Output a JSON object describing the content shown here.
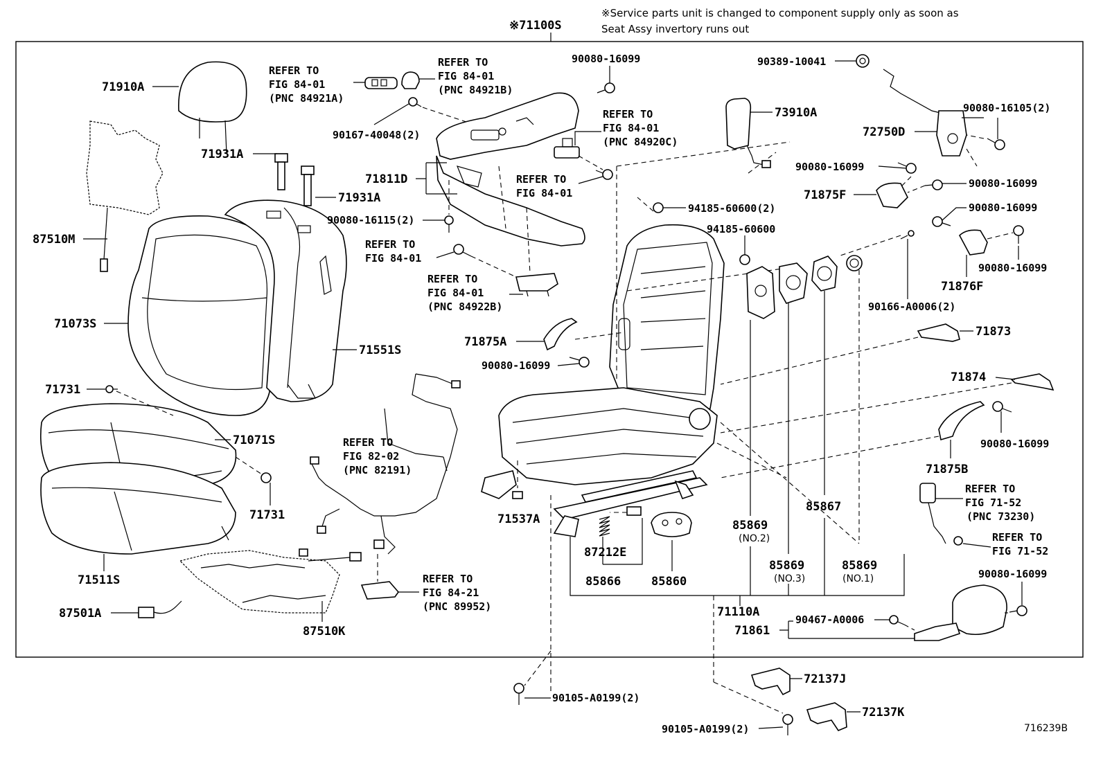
{
  "header": {
    "assembly_label": "※71100S",
    "note_line1": "※Service parts unit is changed to component supply only as soon as",
    "note_line2": "Seat Assy invertory runs out"
  },
  "figure_code": "716239B",
  "labels": {
    "l71910A": "71910A",
    "l87510M": "87510M",
    "l71931A_1": "71931A",
    "l71931A_2": "71931A",
    "l71073S": "71073S",
    "l71551S": "71551S",
    "l71731_1": "71731",
    "l71731_2": "71731",
    "l71071S": "71071S",
    "l71511S": "71511S",
    "l87501A": "87501A",
    "l87510K": "87510K",
    "l90167": "90167-40048(2)",
    "l71811D": "71811D",
    "l90080_16115": "90080-16115(2)",
    "l90080_16099_a": "90080-16099",
    "l90080_16099_b": "90080-16099",
    "l71875A": "71875A",
    "l71537A": "71537A",
    "l87212E": "87212E",
    "l85866": "85866",
    "l85860": "85860",
    "l73910A": "73910A",
    "l94185_2": "94185-60600(2)",
    "l94185": "94185-60600",
    "l90389": "90389-10041",
    "l90080_16105": "90080-16105(2)",
    "l72750D": "72750D",
    "l90080_16099_c": "90080-16099",
    "l71875F": "71875F",
    "l90080_16099_d": "90080-16099",
    "l90080_16099_e": "90080-16099",
    "l90080_16099_f": "90080-16099",
    "l71876F": "71876F",
    "l90166": "90166-A0006(2)",
    "l71873": "71873",
    "l71874": "71874",
    "l90080_16099_g": "90080-16099",
    "l71875B": "71875B",
    "l85869_2": "85869",
    "l85869_2n": "(NO.2)",
    "l85867": "85867",
    "l85869_3": "85869",
    "l85869_3n": "(NO.3)",
    "l85869_1": "85869",
    "l85869_1n": "(NO.1)",
    "l71110A": "71110A",
    "l71861": "71861",
    "l90467": "90467-A0006",
    "l90080_16099_h": "90080-16099",
    "l72137J": "72137J",
    "l72137K": "72137K",
    "l90105_a": "90105-A0199(2)",
    "l90105_b": "90105-A0199(2)"
  },
  "refs": {
    "r1": [
      "REFER TO",
      "FIG 84-01",
      "(PNC 84921A)"
    ],
    "r2": [
      "REFER TO",
      "FIG 84-01",
      "(PNC 84921B)"
    ],
    "r3": [
      "REFER TO",
      "FIG 84-01",
      "(PNC 84920C)"
    ],
    "r4": [
      "REFER TO",
      "FIG 84-01"
    ],
    "r5": [
      "REFER TO",
      "FIG 84-01"
    ],
    "r6": [
      "REFER TO",
      "FIG 84-01",
      "(PNC 84922B)"
    ],
    "r7": [
      "REFER TO",
      "FIG 82-02",
      "(PNC 82191)"
    ],
    "r8": [
      "REFER TO",
      "FIG 84-21",
      "(PNC 89952)"
    ],
    "r9": [
      "REFER TO",
      "FIG 71-52",
      "(PNC 73230)"
    ],
    "r10": [
      "REFER TO",
      "FIG 71-52"
    ]
  }
}
